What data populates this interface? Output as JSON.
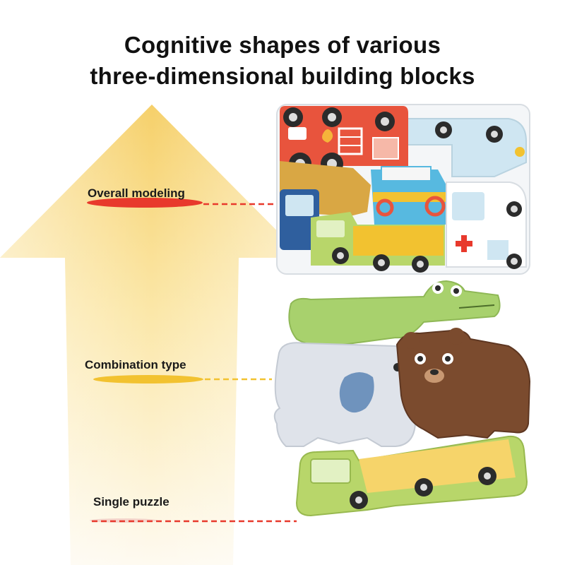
{
  "title": {
    "line1": "Cognitive shapes of various",
    "line2": "three-dimensional building blocks"
  },
  "levels": [
    {
      "label": "Overall modeling",
      "marker_color": "#e8392c"
    },
    {
      "label": "Combination type",
      "marker_color": "#f2c230"
    },
    {
      "label": "Single puzzle",
      "marker_color": "#e8392c"
    }
  ],
  "colors": {
    "arrow_light": "#fdf3cf",
    "arrow_dark": "#f5cf6a",
    "dash_red": "#e8392c",
    "dash_yellow": "#f2c230"
  }
}
